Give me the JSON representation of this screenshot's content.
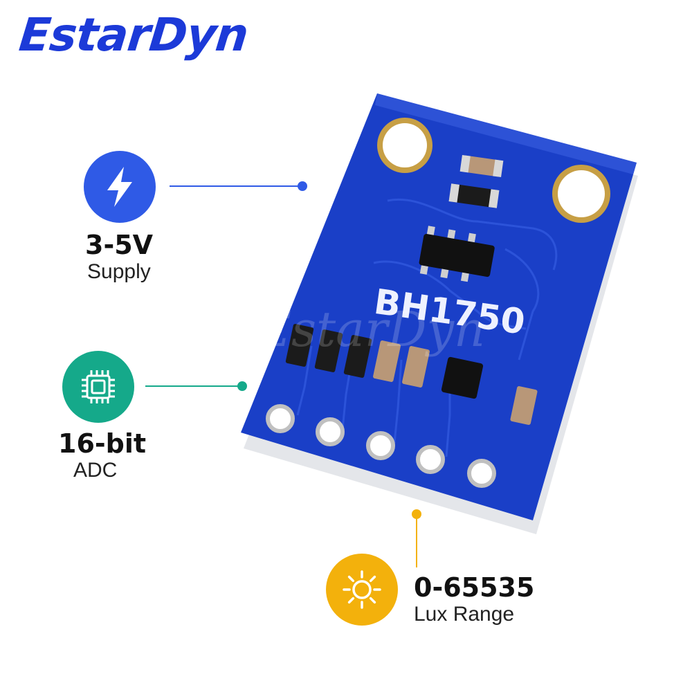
{
  "brand": {
    "name": "EstarDyn",
    "color": "#1c3ad8"
  },
  "board": {
    "chip_label": "BH1750",
    "watermark": "EstarDyn",
    "color": "#1a3fc7"
  },
  "features": [
    {
      "value": "3-5V",
      "label": "Supply",
      "icon": "lightning-bolt-icon",
      "color": "#2f5ae6"
    },
    {
      "value": "16-bit",
      "label": "ADC",
      "icon": "chip-icon",
      "color": "#15a98a"
    },
    {
      "value": "0-65535",
      "label": "Lux Range",
      "icon": "sun-icon",
      "color": "#f3b10c"
    }
  ]
}
